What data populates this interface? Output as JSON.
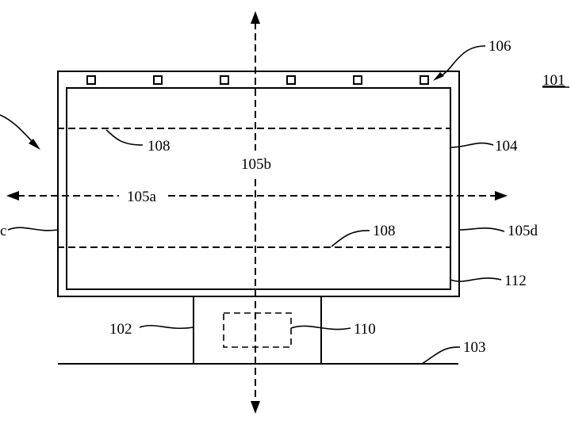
{
  "labels": {
    "ref_101": "101",
    "ref_102": "102",
    "ref_103": "103",
    "ref_104": "104",
    "ref_105a": "105a",
    "ref_105b": "105b",
    "ref_105c": "c",
    "ref_105d": "105d",
    "ref_106": "106",
    "ref_108_top": "108",
    "ref_108_bottom": "108",
    "ref_110": "110",
    "ref_112": "112"
  }
}
